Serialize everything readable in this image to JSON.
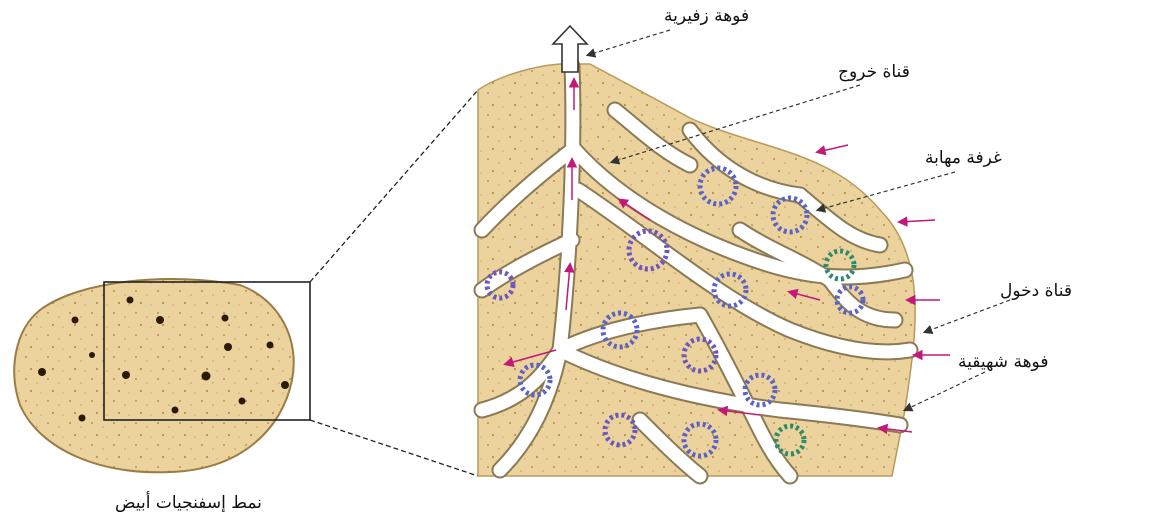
{
  "labels": {
    "osculum": "فوهة زفيرية",
    "excurrent_canal": "قناة خروج",
    "flagellated_chamber": "غرفة مهابة",
    "incurrent_canal": "قناة دخول",
    "ostium": "فوهة شهيقية",
    "caption": "نمط إسفنجيات أبيض"
  },
  "colors": {
    "tissue": "#ecd29c",
    "tissue_edge": "#b89a5c",
    "canal": "#ffffff",
    "canal_edge": "#8a7a55",
    "flow_arrow": "#c2187a",
    "collar_cells": "#5a63c8",
    "collar_cells_alt": "#2f8a6a",
    "leader_line": "#333333",
    "pores": "#2a1a08"
  }
}
